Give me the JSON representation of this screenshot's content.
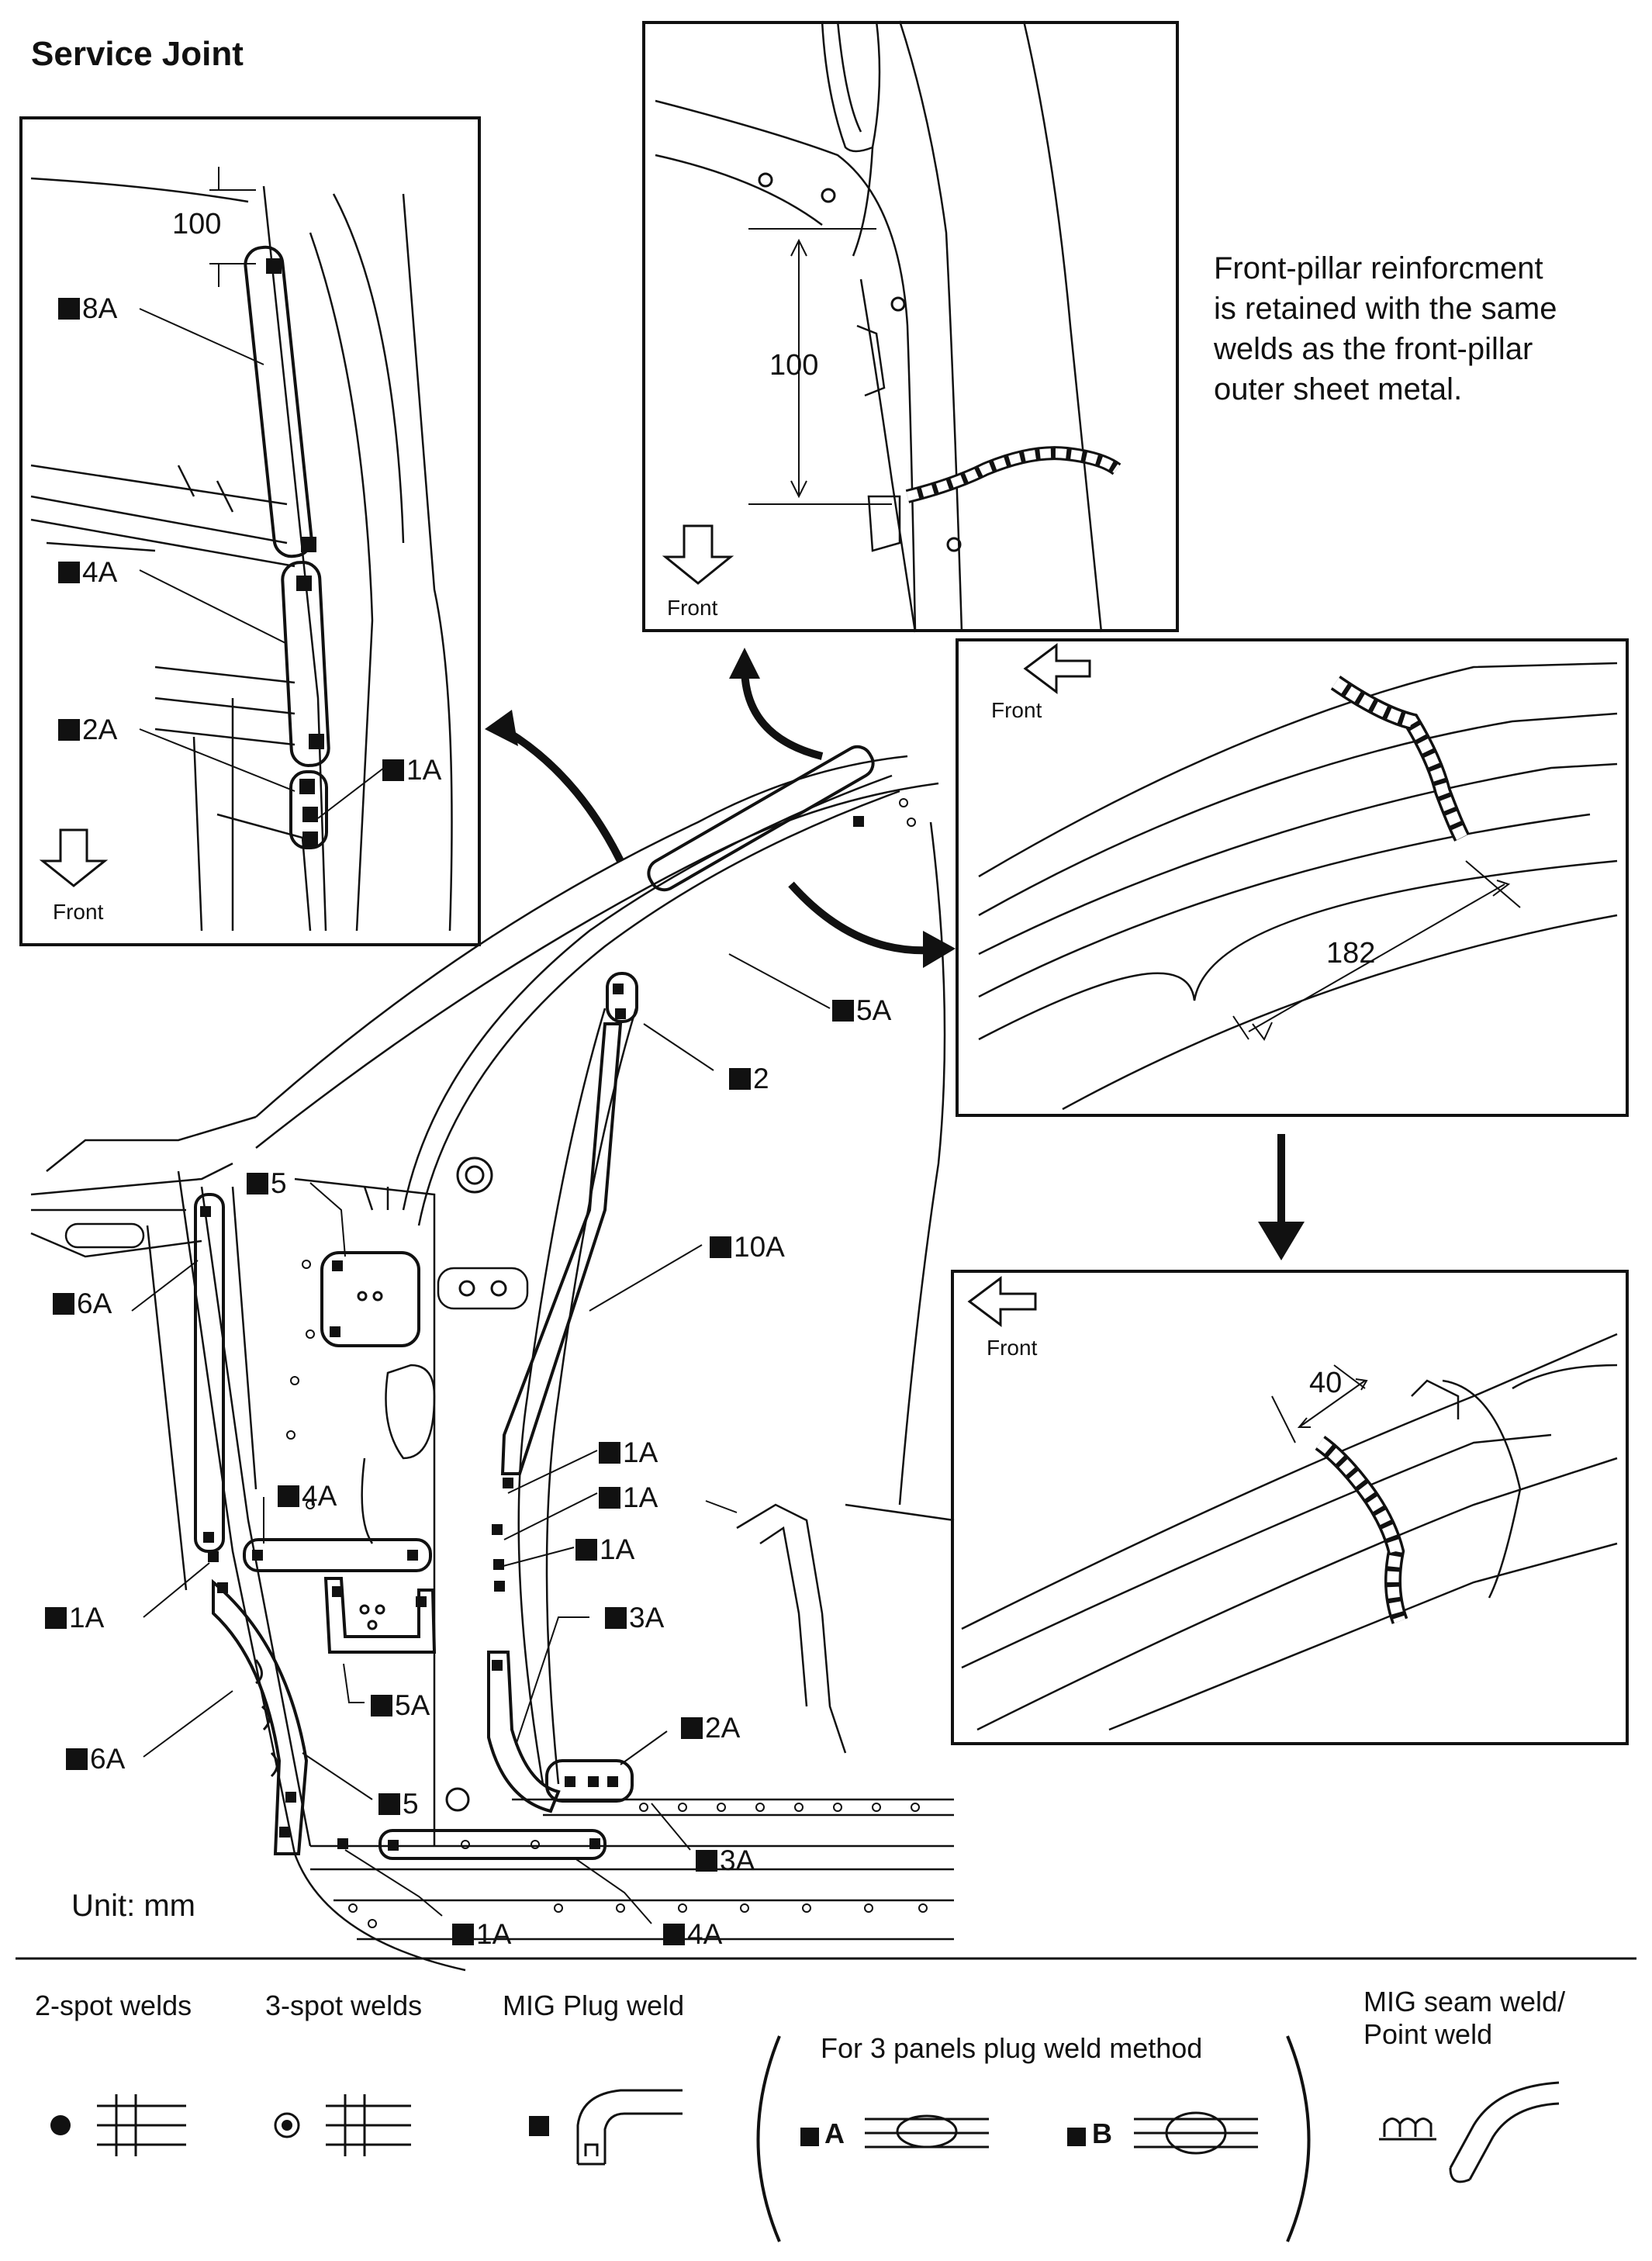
{
  "title": "Service Joint",
  "note": {
    "lines": [
      "Front-pillar reinforcment",
      "is retained with the same",
      "welds as the front-pillar",
      "outer sheet metal."
    ]
  },
  "unit": "Unit: mm",
  "front_label": "Front",
  "dimensions": {
    "d100_a": "100",
    "d100_b": "100",
    "d182": "182",
    "d40": "40"
  },
  "callouts": {
    "c8A": "8A",
    "c4A_top": "4A",
    "c2A_top": "2A",
    "c1A_top": "1A",
    "c5A_main": "5A",
    "c2_main": "2",
    "c10A": "10A",
    "c5_main": "5",
    "c6A_a": "6A",
    "c4A_mid": "4A",
    "c1A_a": "1A",
    "c1A_b": "1A",
    "c1A_c": "1A",
    "c3A_a": "3A",
    "c1A_left": "1A",
    "c5A_low": "5A",
    "c2A_low": "2A",
    "c6A_b": "6A",
    "c5_low": "5",
    "c3A_b": "3A",
    "c1A_bottom": "1A",
    "c4A_bottom": "4A"
  },
  "legend": {
    "spot2": "2-spot welds",
    "spot3": "3-spot welds",
    "mig_plug": "MIG Plug weld",
    "three_panels": "For 3 panels plug weld method",
    "mig_seam": "MIG seam weld/\nPoint weld",
    "mig_seam_l1": "MIG seam weld/",
    "mig_seam_l2": "Point weld",
    "method_a": "A",
    "method_b": "B"
  }
}
